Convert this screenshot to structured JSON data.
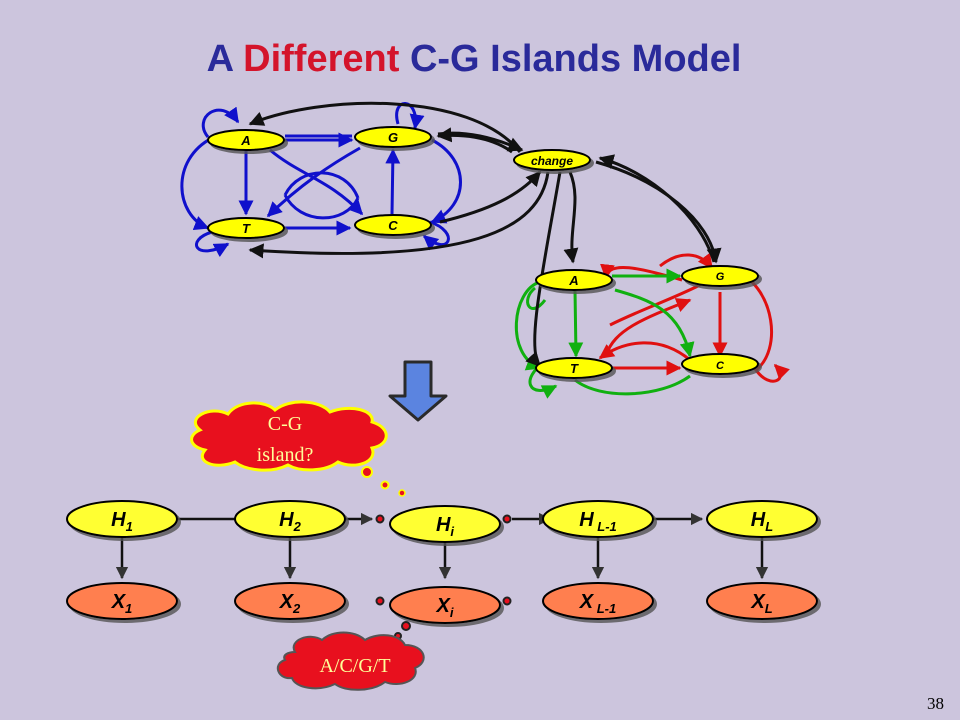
{
  "title": {
    "part1": "A ",
    "part2": "Different",
    "part3": " C-G Islands Model"
  },
  "colors": {
    "background": "#ccc5dd",
    "title_blue": "#2a2a9a",
    "title_red": "#d4142b",
    "node_yellow": "#ffff00",
    "hidden_yellow": "#ffff33",
    "emission_orange": "#ff7f50",
    "cloud_red": "#e8101e",
    "down_arrow_blue": "#5b84e0"
  },
  "blue_model": {
    "nodes": [
      "A",
      "G",
      "T",
      "C"
    ],
    "edge_color": "#1010cc"
  },
  "change_node": "change",
  "red_model": {
    "nodes": [
      "A",
      "G",
      "T",
      "C"
    ],
    "edge_colors": [
      "#e01010",
      "#10b010"
    ]
  },
  "cloud_top": {
    "line1": "C-G",
    "line2": "island?"
  },
  "cloud_bottom": {
    "text": "A/C/G/T"
  },
  "hmm": {
    "hidden": [
      {
        "main": "H",
        "sub": "1"
      },
      {
        "main": "H",
        "sub": "2"
      },
      {
        "main": "H",
        "sub": "i"
      },
      {
        "main": "H",
        "sub": " L-1"
      },
      {
        "main": "H",
        "sub": "L"
      }
    ],
    "observed": [
      {
        "main": "X",
        "sub": "1"
      },
      {
        "main": "X",
        "sub": "2"
      },
      {
        "main": "X",
        "sub": "i"
      },
      {
        "main": "X",
        "sub": " L-1"
      },
      {
        "main": "X",
        "sub": "L"
      }
    ]
  },
  "page_number": "38"
}
